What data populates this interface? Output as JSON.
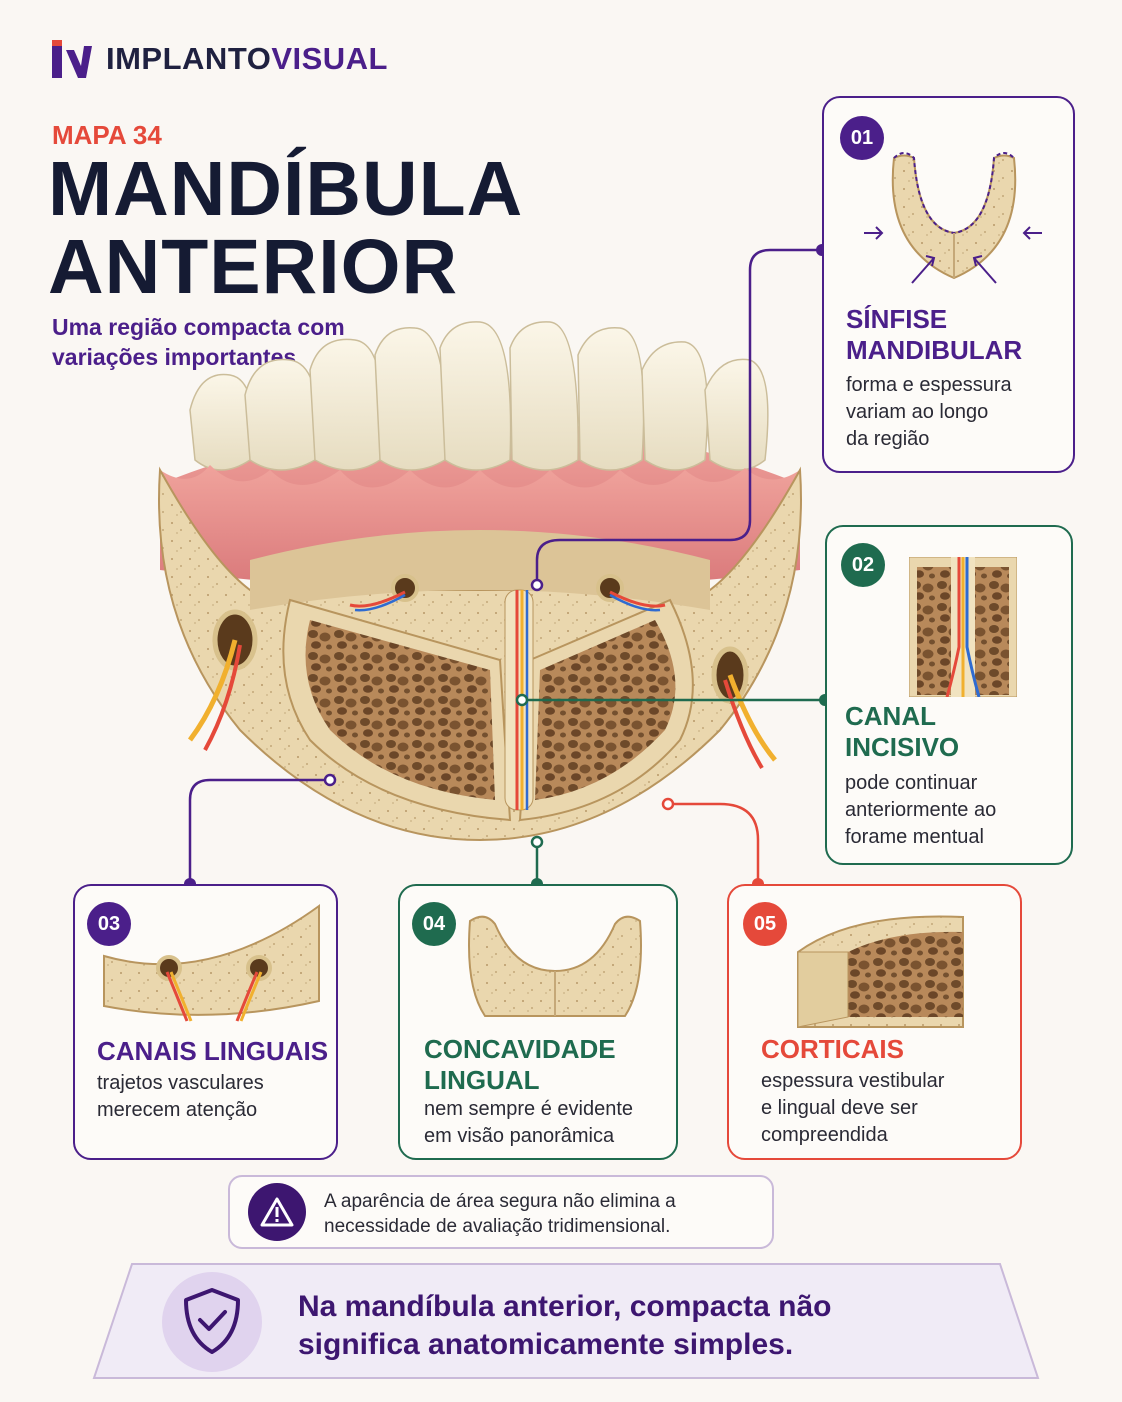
{
  "brand": {
    "part1": "IMPLANTO",
    "part2": "VISUAL"
  },
  "map_number": "MAPA 34",
  "title_line1": "MANDÍBULA",
  "title_line2": "ANTERIOR",
  "subtitle": "Uma região compacta com variações importantes",
  "colors": {
    "purple": "#4b1f8a",
    "green": "#1f6b4f",
    "red": "#e5493a",
    "bone": "#e8d4a8",
    "gum": "#e9908a"
  },
  "cards": [
    {
      "number": "01",
      "title_line1": "SÍNFISE",
      "title_line2": "MANDIBULAR",
      "desc": [
        "forma e espessura",
        "variam ao longo",
        "da região"
      ]
    },
    {
      "number": "02",
      "title_line1": "CANAL",
      "title_line2": "INCISIVO",
      "desc": [
        "pode continuar",
        "anteriormente ao",
        "forame mentual"
      ]
    },
    {
      "number": "03",
      "title_line1": "CANAIS LINGUAIS",
      "desc": [
        "trajetos vasculares",
        "merecem atenção"
      ]
    },
    {
      "number": "04",
      "title_line1": "CONCAVIDADE",
      "title_line2": "LINGUAL",
      "desc": [
        "nem sempre é evidente",
        "em visão panorâmica"
      ]
    },
    {
      "number": "05",
      "title_line1": "CORTICAIS",
      "desc": [
        "espessura vestibular",
        "e lingual deve ser",
        "compreendida"
      ]
    }
  ],
  "warning": {
    "icon": "warning-triangle-icon",
    "text": "A aparência de área segura não elimina a necessidade de avaliação tridimensional."
  },
  "conclusion": {
    "icon": "shield-check-icon",
    "line1": "Na mandíbula anterior, compacta não",
    "line2": "significa anatomicamente simples."
  }
}
